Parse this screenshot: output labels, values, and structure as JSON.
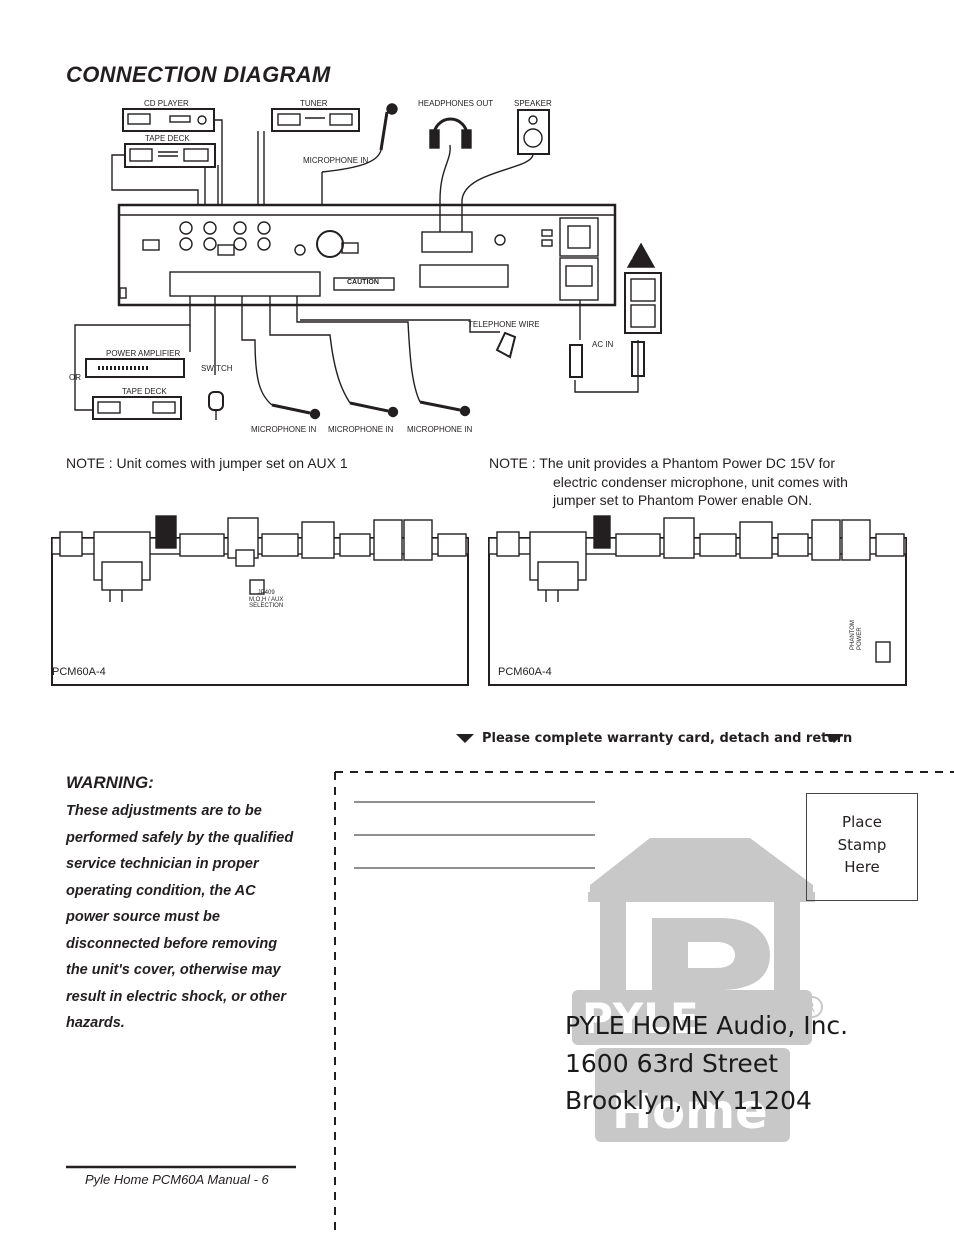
{
  "title": "CONNECTION DIAGRAM",
  "labels": {
    "cd_player": "CD PLAYER",
    "tuner": "TUNER",
    "tape_deck_top": "TAPE DECK",
    "headphones_out": "HEADPHONES OUT",
    "speaker": "SPEAKER",
    "microphone_in_top": "MICROPHONE IN",
    "telephone_wire": "TELEPHONE WIRE",
    "ac_in": "AC IN",
    "power_amplifier": "POWER AMPLIFIER",
    "or": "OR",
    "tape_deck_bottom": "TAPE DECK",
    "switch": "SWITCH",
    "mic_in_1": "MICROPHONE IN",
    "mic_in_2": "MICROPHONE IN",
    "mic_in_3": "MICROPHONE IN",
    "caution": "CAUTION"
  },
  "notes": {
    "left": "NOTE  : Unit comes with jumper set on AUX 1",
    "right_line1": "NOTE  : The unit provides a Phantom Power DC 15V for",
    "right_line2": "electric condenser microphone, unit comes with",
    "right_line3": "jumper set to Phantom Power enable ON."
  },
  "boards": {
    "left_model": "PCM60A-4",
    "right_model": "PCM60A-4",
    "jumper_line1": "JP409",
    "jumper_line2": "M,O,H / AUX",
    "jumper_line3": "SELECTION",
    "phantom_line1": "PHANTOM",
    "phantom_line2": "POWER"
  },
  "warranty_text": "Please complete warranty card, detach and return",
  "warning": {
    "title": "WARNING:",
    "lines": [
      "These adjustments are to be",
      "performed safely by the qualified",
      "service technician in proper",
      "operating condition, the AC",
      "power source must be",
      "disconnected before removing",
      "the unit's cover, otherwise may",
      "result in electric shock, or other",
      "hazards."
    ]
  },
  "stamp": {
    "line1": "Place",
    "line2": "Stamp",
    "line3": "Here"
  },
  "address": {
    "line1": "PYLE HOME Audio, Inc.",
    "line2": "1600 63rd Street",
    "line3": "Brooklyn, NY 11204"
  },
  "footer": "Pyle Home PCM60A Manual - 6",
  "colors": {
    "ink": "#231f20",
    "logo_gray": "#c8c8c8"
  }
}
